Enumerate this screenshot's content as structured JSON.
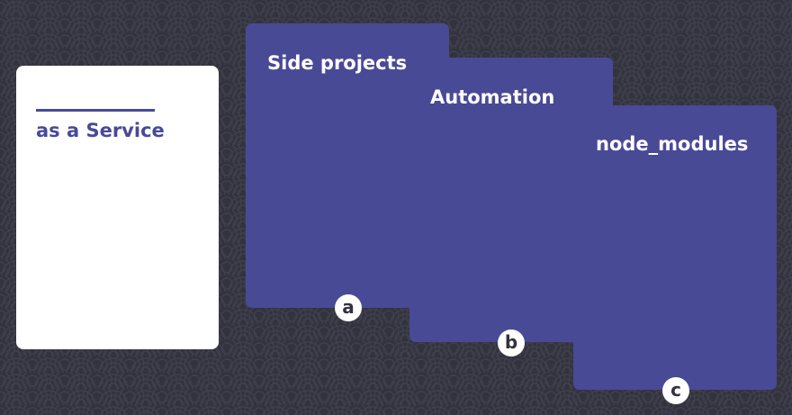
{
  "background": {
    "color": "#33333e",
    "pattern": "seigaiha-waves",
    "pattern_color": "#3f3f4d"
  },
  "colors": {
    "accent": "#484a96",
    "card_white": "#ffffff"
  },
  "white_card": {
    "title": "as a Service"
  },
  "cards": [
    {
      "title": "Side projects",
      "badge": "a"
    },
    {
      "title": "Automation",
      "badge": "b"
    },
    {
      "title": "node_modules",
      "badge": "c"
    }
  ]
}
